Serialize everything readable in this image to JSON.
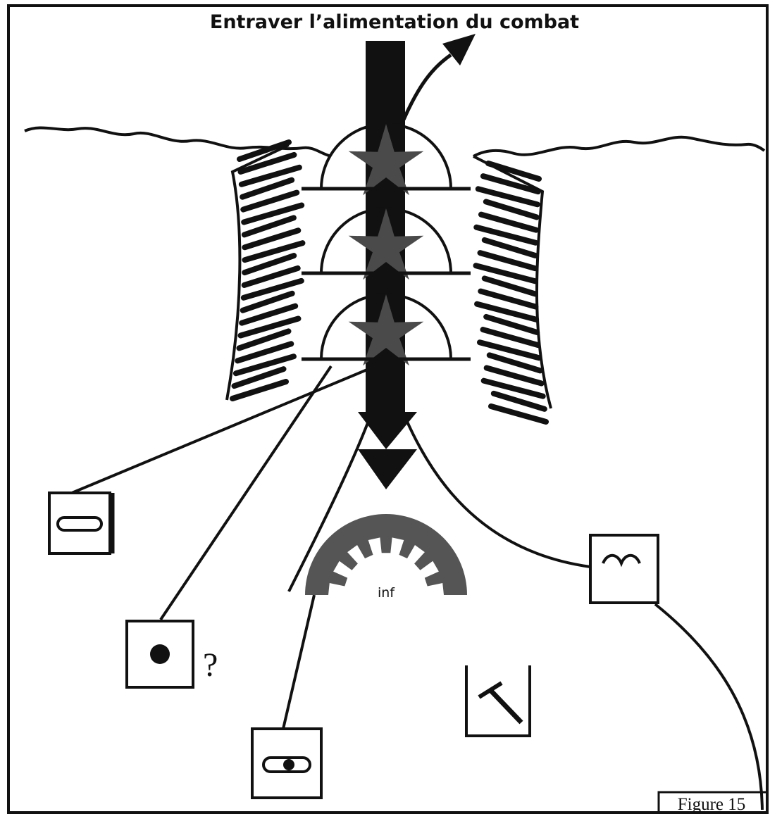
{
  "title": "Entraver l’alimentation du combat",
  "symbol_label": "inf",
  "question_mark": "?",
  "figure_label": "Figure 15",
  "colors": {
    "ink": "#111111",
    "star_fill": "#4a4a4a",
    "gear_fill": "#555555",
    "background": "#ffffff"
  },
  "icons": [
    "star-symbol",
    "gear-semicircle-symbol",
    "square-symbol-oval",
    "square-symbol-dot",
    "square-symbol-oval-dot",
    "square-symbol-arcs",
    "bracket-slash-symbol"
  ]
}
